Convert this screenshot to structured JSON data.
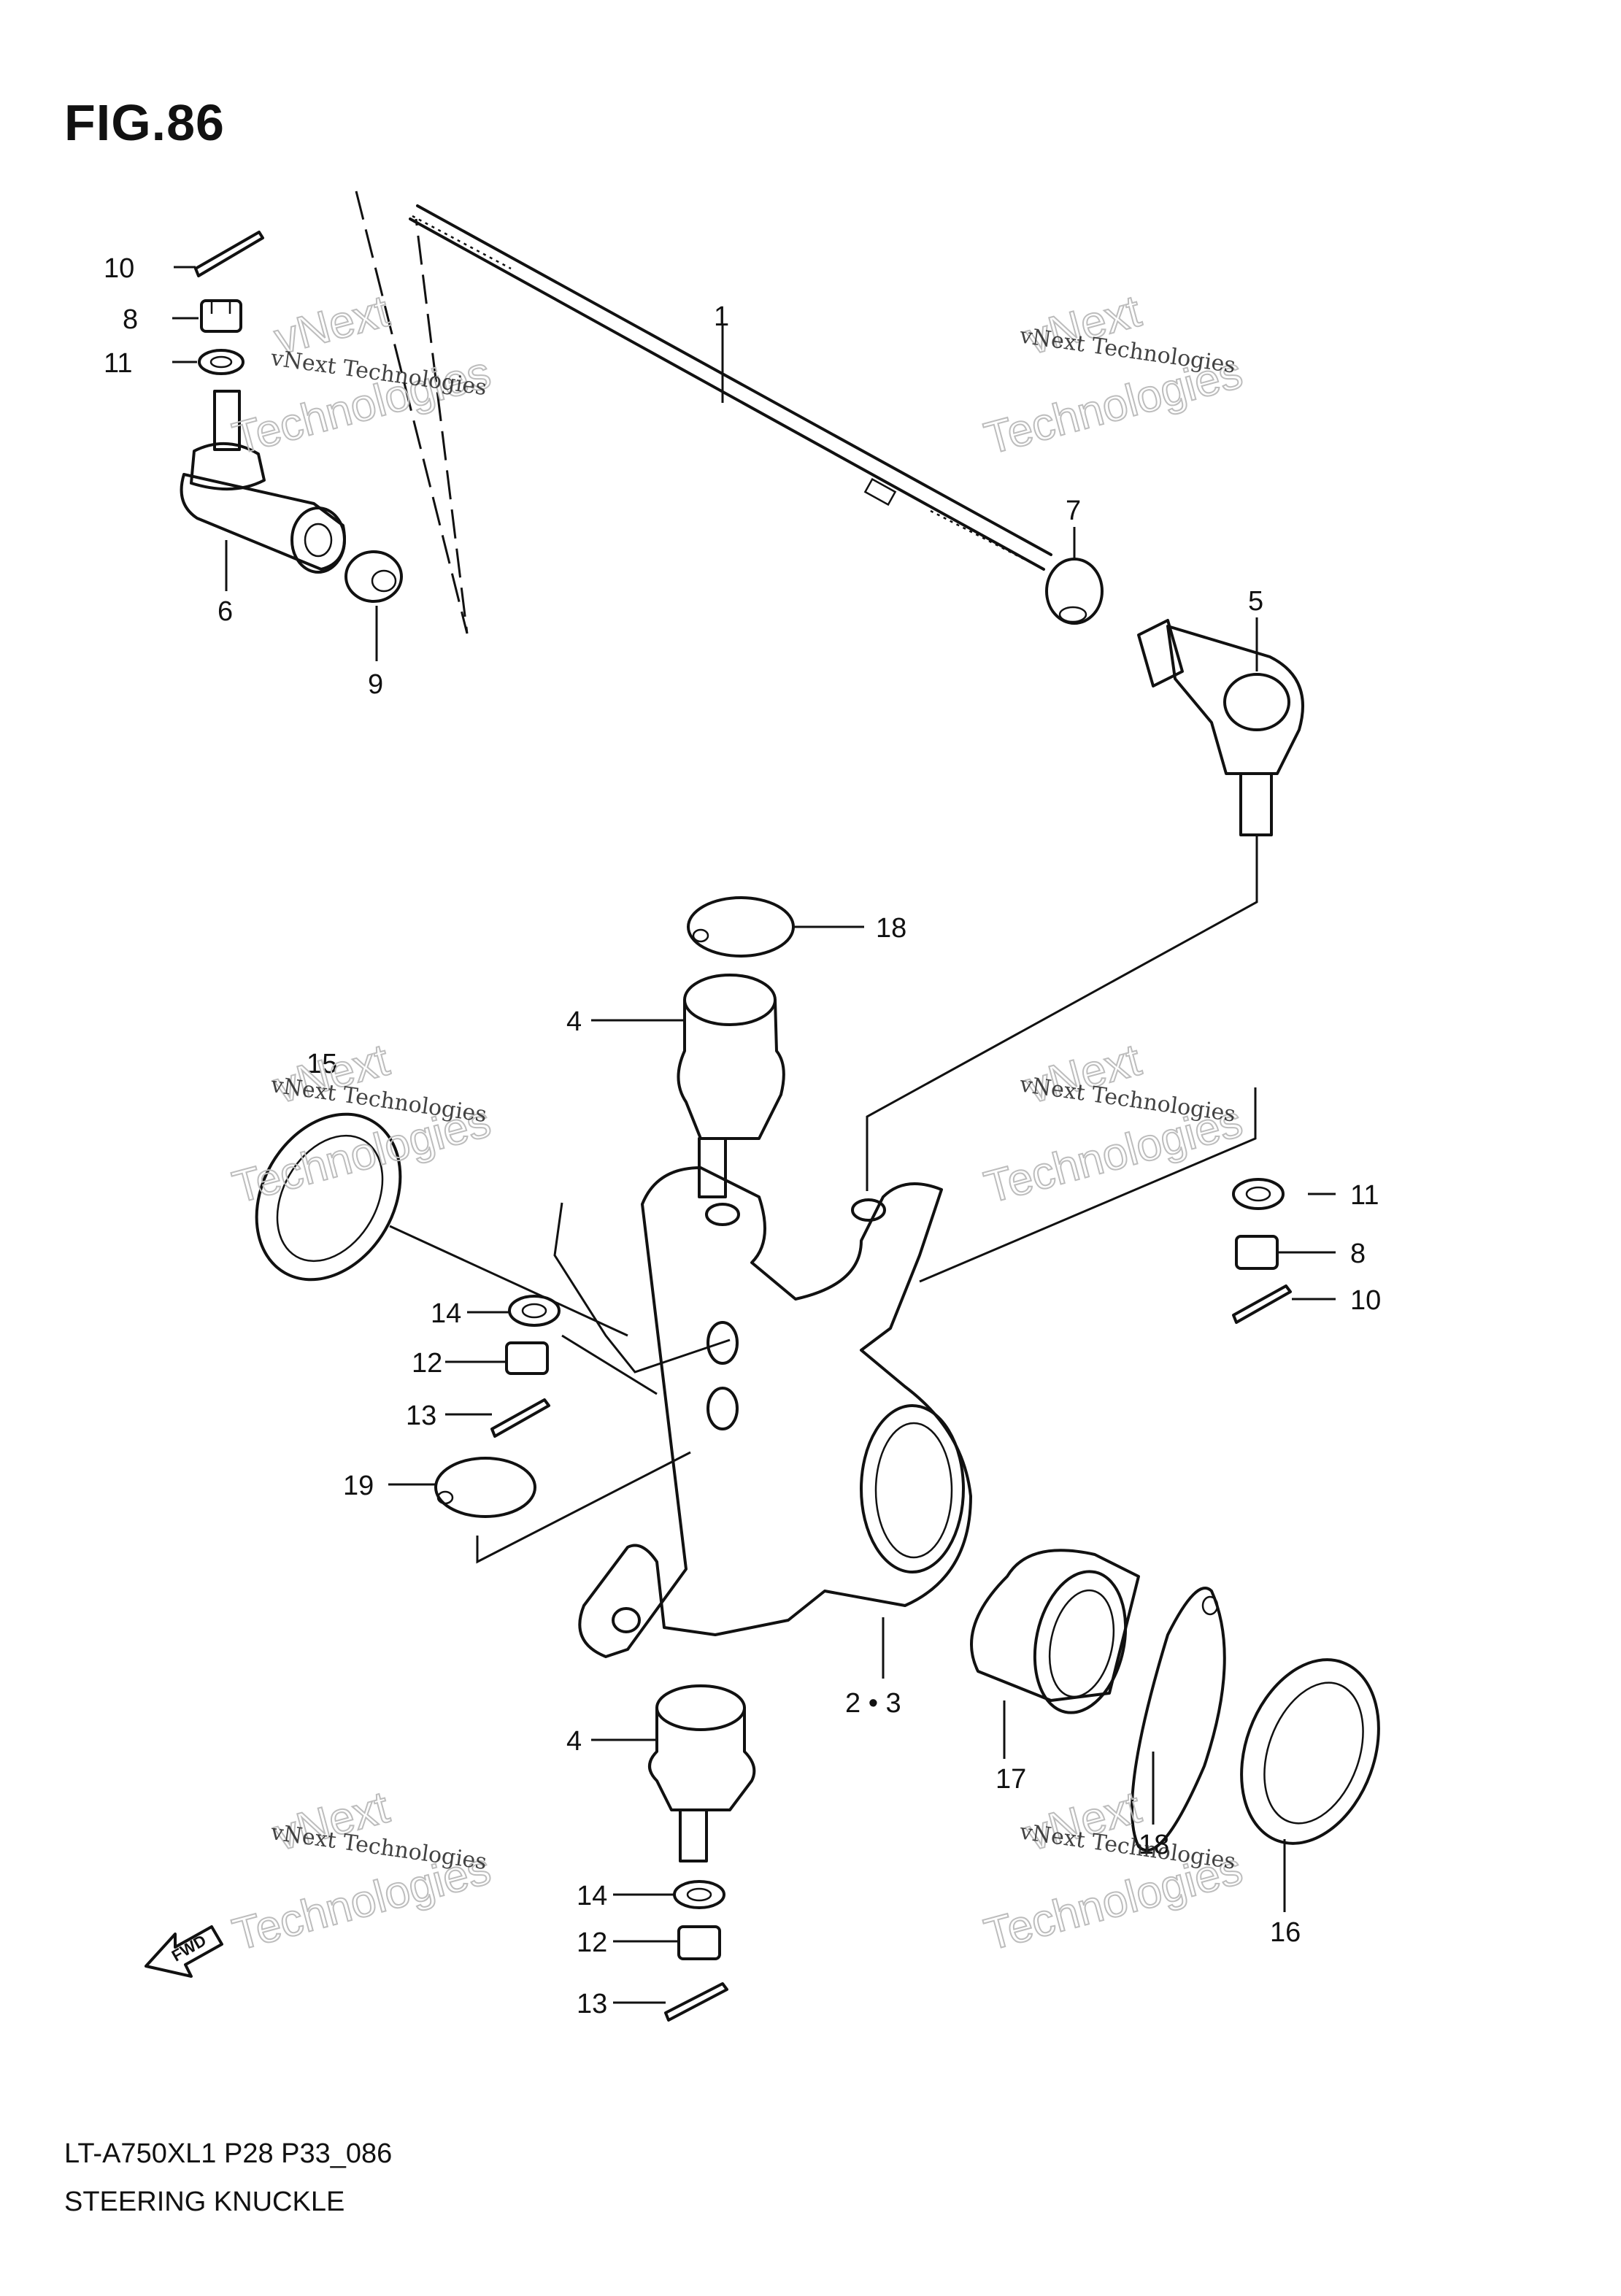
{
  "figure": {
    "title": "FIG.86",
    "model_code": "LT-A750XL1 P28 P33_086",
    "name": "STEERING KNUCKLE",
    "fwd_label": "FWD"
  },
  "watermark": {
    "line1": "vNext Technologies",
    "line2": "vNext",
    "line3": "Technologies"
  },
  "callouts": [
    {
      "id": "c1",
      "label": "1"
    },
    {
      "id": "c23",
      "label": "2 • 3"
    },
    {
      "id": "c4a",
      "label": "4"
    },
    {
      "id": "c4b",
      "label": "4"
    },
    {
      "id": "c5",
      "label": "5"
    },
    {
      "id": "c6",
      "label": "6"
    },
    {
      "id": "c7",
      "label": "7"
    },
    {
      "id": "c8a",
      "label": "8"
    },
    {
      "id": "c8b",
      "label": "8"
    },
    {
      "id": "c9",
      "label": "9"
    },
    {
      "id": "c10a",
      "label": "10"
    },
    {
      "id": "c10b",
      "label": "10"
    },
    {
      "id": "c11a",
      "label": "11"
    },
    {
      "id": "c11b",
      "label": "11"
    },
    {
      "id": "c12a",
      "label": "12"
    },
    {
      "id": "c12b",
      "label": "12"
    },
    {
      "id": "c13a",
      "label": "13"
    },
    {
      "id": "c13b",
      "label": "13"
    },
    {
      "id": "c14a",
      "label": "14"
    },
    {
      "id": "c14b",
      "label": "14"
    },
    {
      "id": "c15",
      "label": "15"
    },
    {
      "id": "c16",
      "label": "16"
    },
    {
      "id": "c17",
      "label": "17"
    },
    {
      "id": "c18a",
      "label": "18"
    },
    {
      "id": "c18b",
      "label": "18"
    },
    {
      "id": "c19",
      "label": "19"
    }
  ]
}
